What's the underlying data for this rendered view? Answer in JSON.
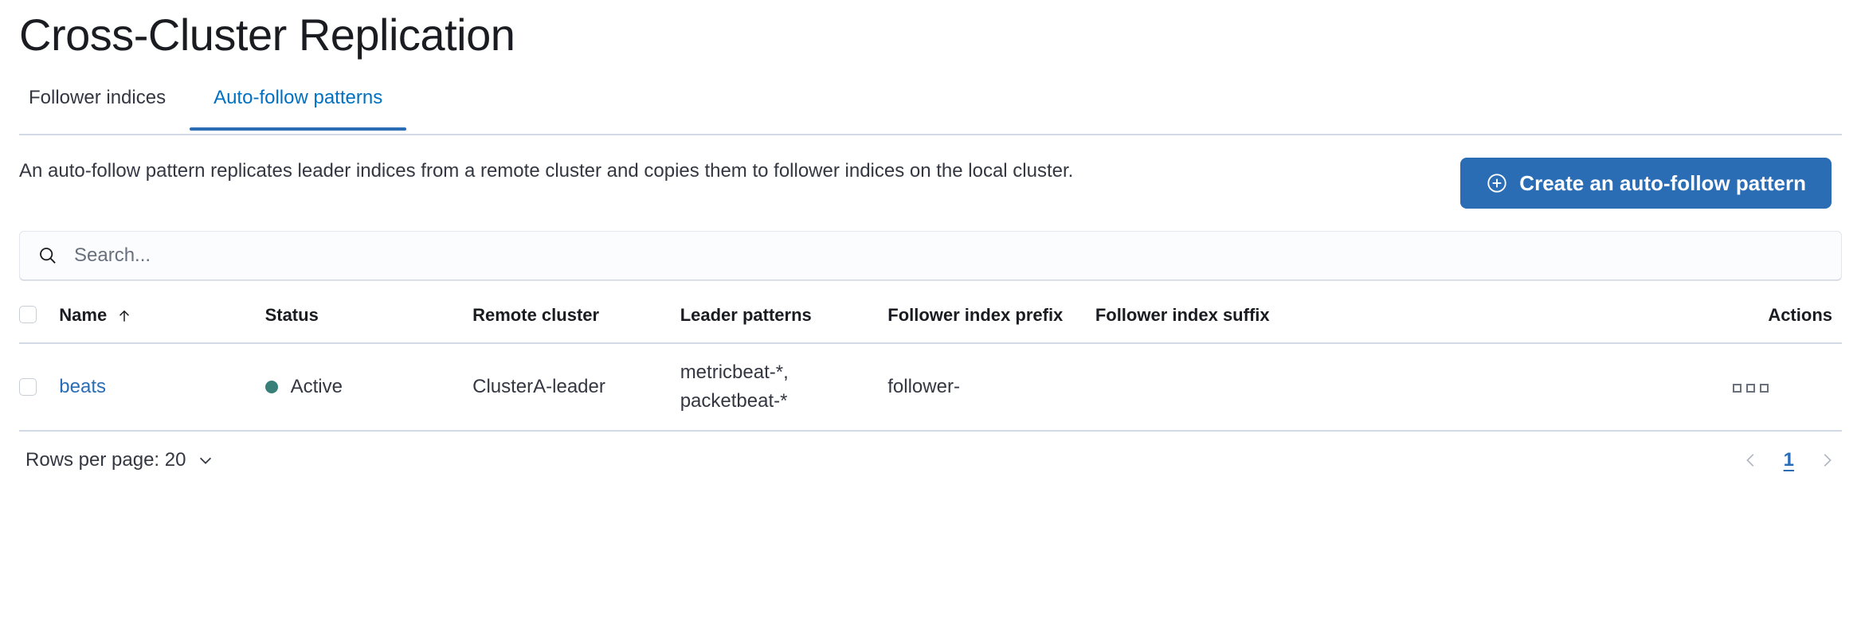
{
  "page": {
    "title": "Cross-Cluster Replication"
  },
  "tabs": [
    {
      "label": "Follower indices",
      "active": false
    },
    {
      "label": "Auto-follow patterns",
      "active": true
    }
  ],
  "intro": {
    "description": "An auto-follow pattern replicates leader indices from a remote cluster and copies them to follower indices on the local cluster.",
    "cta_label": "Create an auto-follow pattern",
    "cta_icon": "plus-in-circle-icon",
    "cta_color": "#2a6db5"
  },
  "search": {
    "placeholder": "Search...",
    "value": "",
    "icon": "search-icon"
  },
  "table": {
    "columns": [
      {
        "key": "name",
        "label": "Name",
        "sorted": true,
        "sort_direction": "asc",
        "sort_icon": "arrow-up-icon"
      },
      {
        "key": "status",
        "label": "Status"
      },
      {
        "key": "remote_cluster",
        "label": "Remote cluster"
      },
      {
        "key": "leader_patterns",
        "label": "Leader patterns"
      },
      {
        "key": "follower_index_prefix",
        "label": "Follower index prefix"
      },
      {
        "key": "follower_index_suffix",
        "label": "Follower index suffix"
      },
      {
        "key": "actions",
        "label": "Actions"
      }
    ],
    "rows": [
      {
        "selected": false,
        "name": "beats",
        "status": "Active",
        "status_color": "#387f78",
        "remote_cluster": "ClusterA-leader",
        "leader_patterns": "metricbeat-*,\npacketbeat-*",
        "follower_index_prefix": "follower-",
        "follower_index_suffix": "",
        "actions_icon": "boxes-horizontal-icon"
      }
    ]
  },
  "footer": {
    "rows_per_page_label": "Rows per page: 20",
    "rows_per_page_icon": "chevron-down-icon",
    "pagination": {
      "previous_icon": "chevron-left-icon",
      "next_icon": "chevron-right-icon",
      "current_page": "1"
    }
  }
}
